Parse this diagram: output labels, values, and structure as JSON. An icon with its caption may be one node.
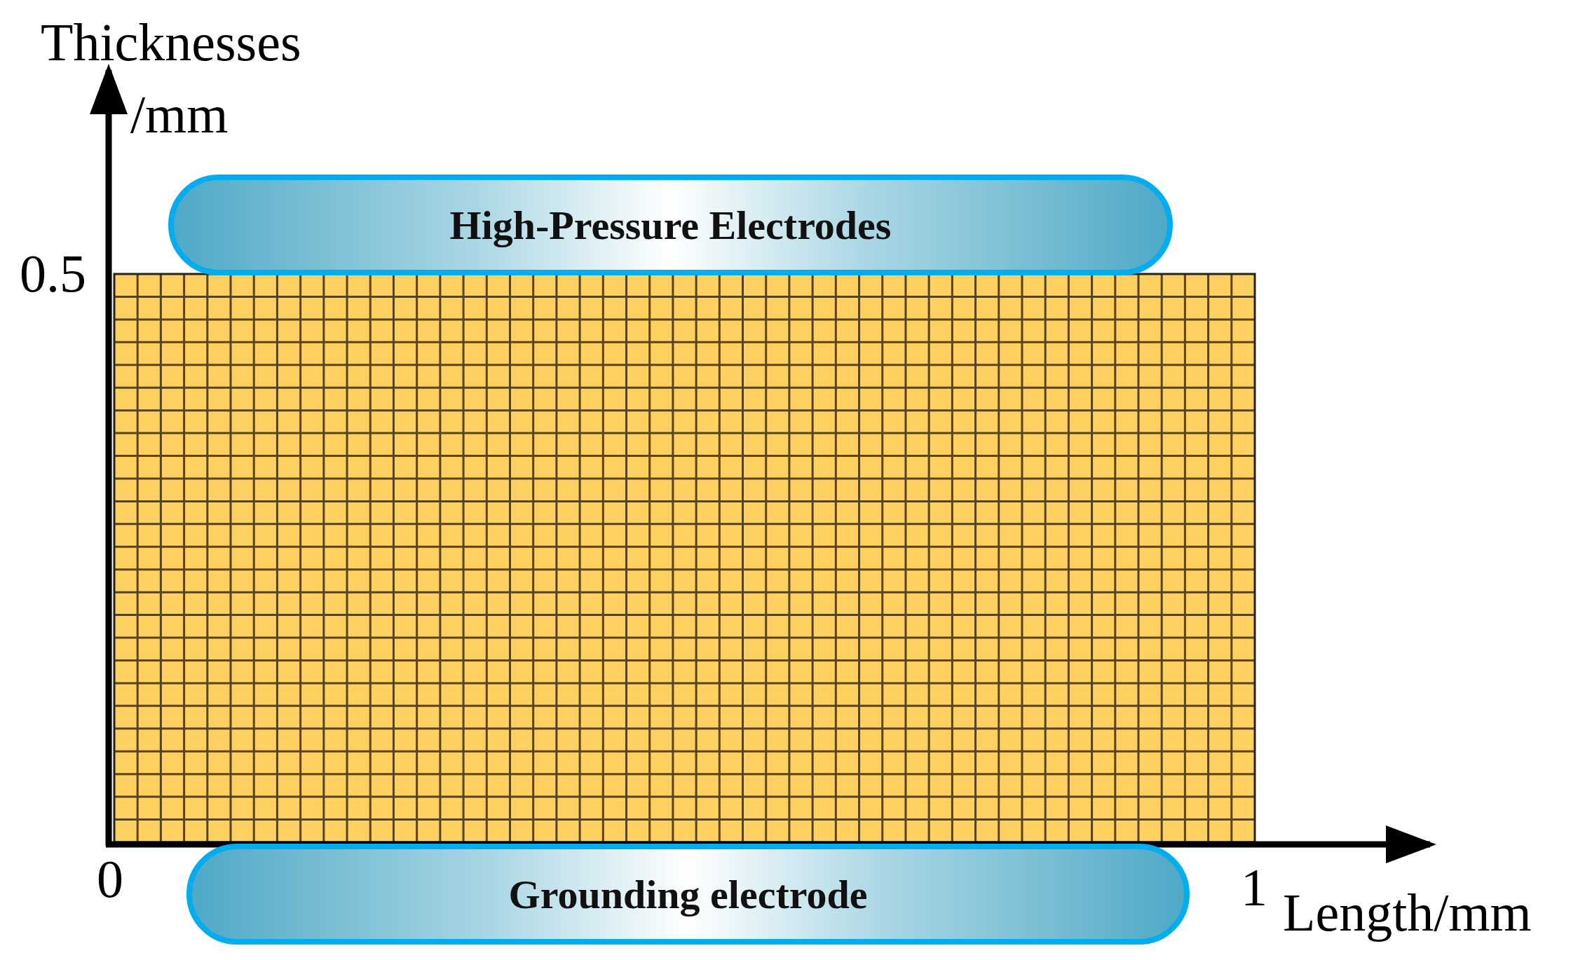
{
  "diagram": {
    "nodes": [
      {
        "text": [
          "High-Pressure Electrodes"
        ]
      },
      {
        "text": [
          "Grounding electrode"
        ]
      }
    ],
    "labels": [
      "Thicknesses",
      "/mm",
      "0.5",
      "0",
      "1",
      "Length/mm"
    ]
  }
}
